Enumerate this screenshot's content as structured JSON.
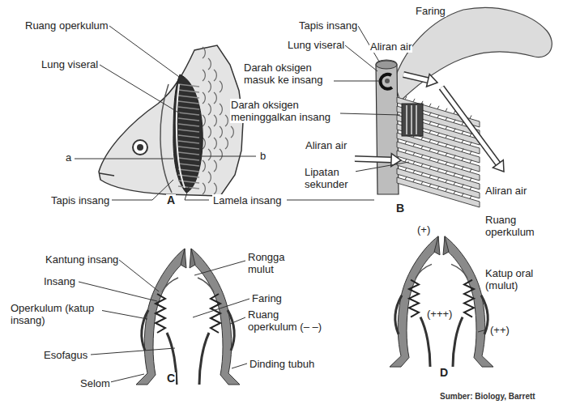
{
  "diagram": {
    "caption": "Sumber: Biology, Barrett",
    "labels": [
      "Ruang operkulum",
      "Lung viseral",
      "a",
      "b",
      "Tapis insang",
      "A",
      "Lamela insang",
      "Faring",
      "Tapis insang",
      "Lung viseral",
      "Aliran air",
      "Darah oksigen masuk ke insang",
      "Darah oksigen meninggalkan insang",
      "Aliran air",
      "Lipatan sekunder",
      "B",
      "Aliran air",
      "Ruang operkulum",
      "Kantung insang",
      "Rongga mulut",
      "Insang",
      "Faring",
      "Operkulum (katup insang)",
      "Ruang operkulum (– –)",
      "Esofagus",
      "Selom",
      "Dinding tubuh",
      "C",
      "(+)",
      "Katup oral (mulut)",
      "(+++)",
      "(++)",
      "D"
    ]
  }
}
